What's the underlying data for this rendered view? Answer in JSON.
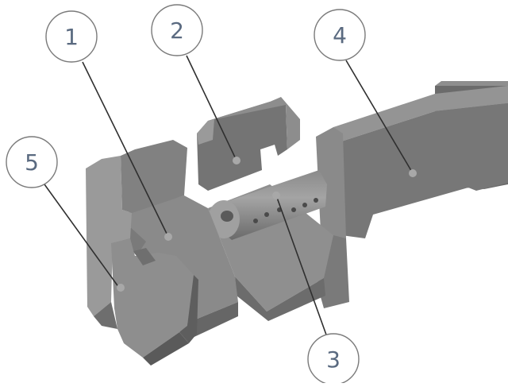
{
  "callouts": [
    {
      "number": "1"
    },
    {
      "number": "2"
    },
    {
      "number": "3"
    },
    {
      "number": "4"
    },
    {
      "number": "5"
    }
  ],
  "colors": {
    "background": "#ffffff",
    "part_light": "#8c8c8c",
    "part_mid": "#6f6f6f",
    "part_dark": "#4f4f4f",
    "callout_text": "#5a6a80",
    "callout_border": "#7a7a7a",
    "leader": "#2f2f2f"
  }
}
